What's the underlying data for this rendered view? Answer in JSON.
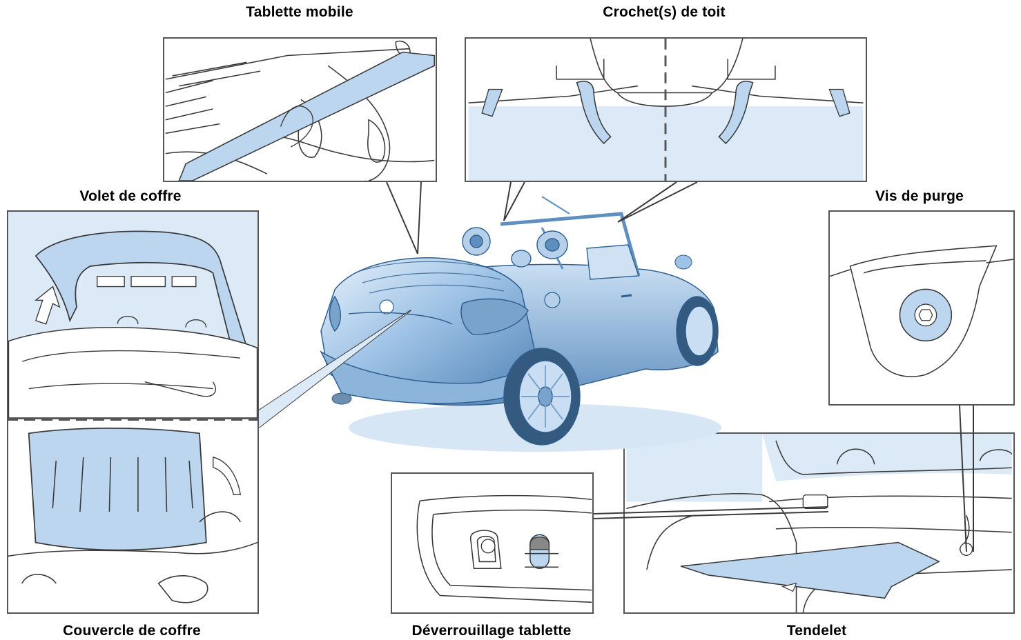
{
  "labels": {
    "tablette_mobile": "Tablette mobile",
    "crochets_de_toit": "Crochet(s) de toit",
    "volet_de_coffre": "Volet de coffre",
    "vis_de_purge": "Vis de purge",
    "couvercle_de_coffre": "Couvercle de coffre",
    "deverrouillage_tablette": "Déverrouillage tablette",
    "tendelet": "Tendelet"
  },
  "colors": {
    "highlight": "#bcd6f0",
    "highlight_light": "#dceaf8",
    "outline": "#3a3a3a",
    "car_body": "#9fc3e6",
    "car_shadow": "#5f8fbf"
  }
}
